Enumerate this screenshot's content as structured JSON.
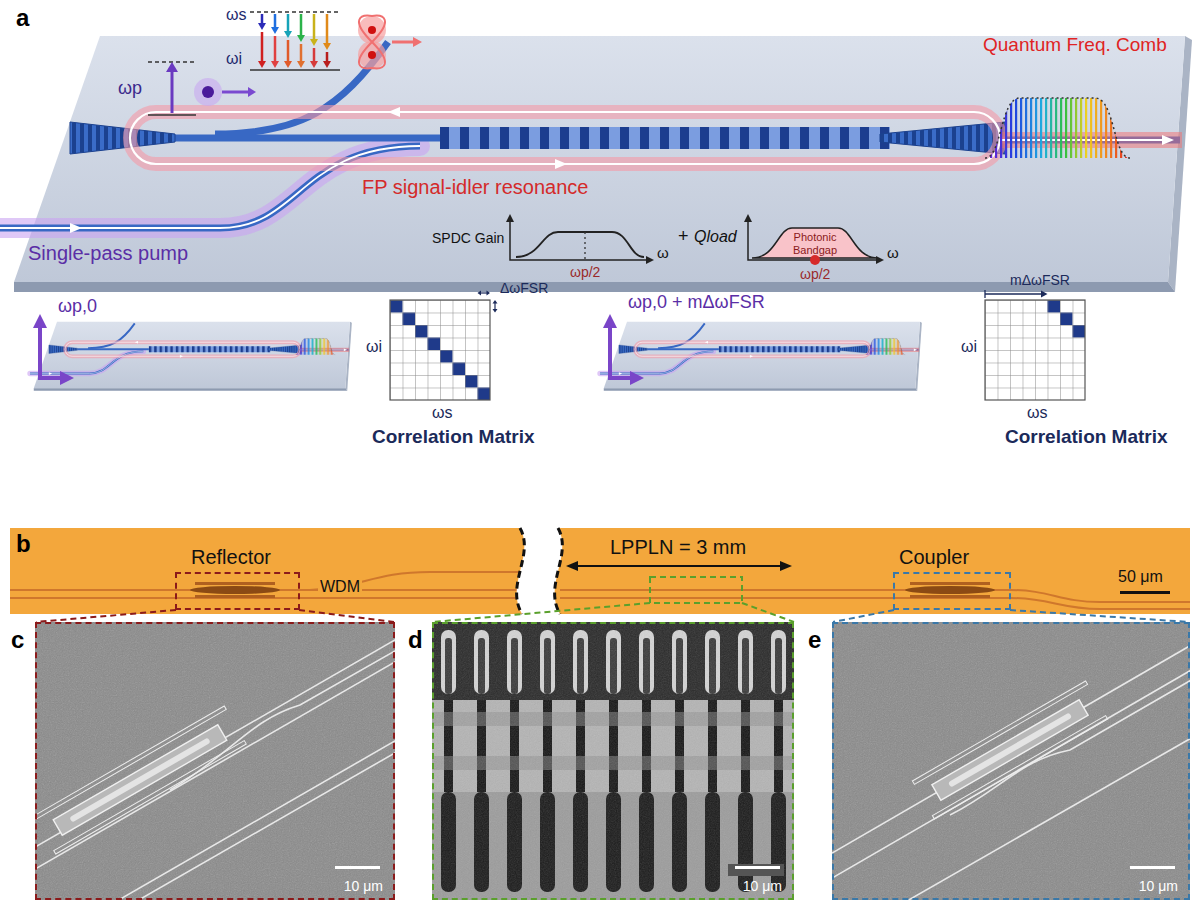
{
  "diagram": {
    "nodes": [
      {
        "text": [
          "Reflector"
        ]
      },
      {
        "text": [
          "Coupler"
        ]
      },
      {
        "text": [
          "c",
          "10 μm"
        ]
      },
      {
        "text": [
          "d",
          "10 μm"
        ]
      },
      {
        "text": [
          "e",
          "10 μm"
        ]
      }
    ],
    "edges": [
      {
        "from": 0,
        "to": 2,
        "arrow": "none"
      },
      {
        "from": 1,
        "to": 4,
        "arrow": "none"
      }
    ],
    "labels": [
      "a",
      "ωp",
      "ωs",
      "ωi",
      "Quantum Freq. Comb",
      "FP signal-idler resonance",
      "Single-pass pump",
      "SPDC Gain",
      "ω",
      "ωp/2",
      "+",
      "Qload",
      "Photonic Bandgap",
      "ω",
      "ωp/2",
      "ωp,0",
      "ΔωFSR",
      "ωi",
      "ωs",
      "Correlation Matrix",
      "ωp,0 + mΔωFSR",
      "mΔωFSR",
      "ωi",
      "ωs",
      "Correlation Matrix",
      "b",
      "WDM",
      "LPPLN = 3 mm",
      "50 μm"
    ]
  }
}
